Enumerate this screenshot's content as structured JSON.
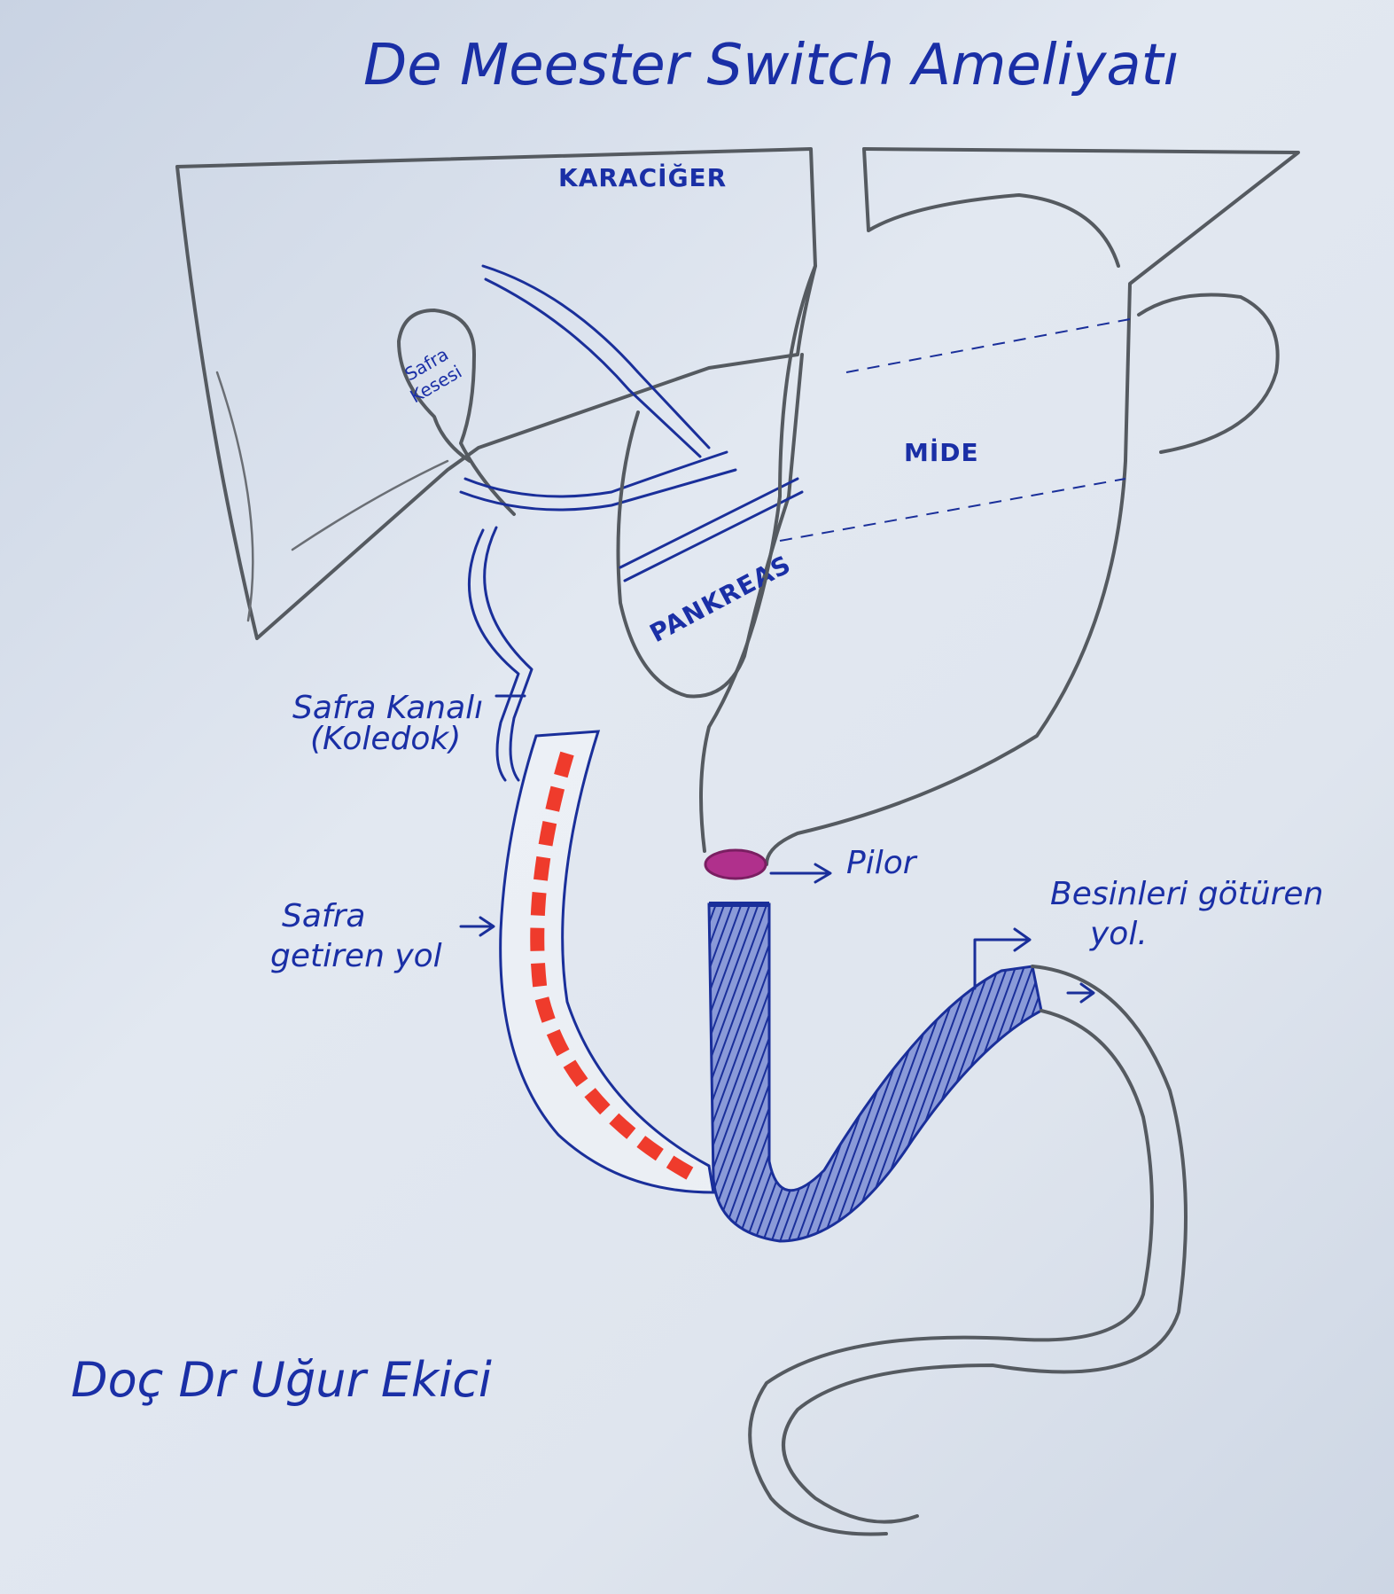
{
  "title": "De Meester Switch Ameliyatı",
  "labels": {
    "liver": "KARACİĞER",
    "gallbladder_line1": "Safra",
    "gallbladder_line2": "Kesesi",
    "stomach": "MİDE",
    "pancreas": "PANKREAS",
    "bile_duct_line1": "Safra Kanalı",
    "bile_duct_line2": "(Koledok)",
    "pylorus": "Pilor",
    "bile_limb_line1": "Safra",
    "bile_limb_line2": "getiren yol",
    "food_limb_line1": "Besinleri götüren",
    "food_limb_line2": "yol."
  },
  "signature": "Doç Dr Uğur Ekici",
  "colors": {
    "ink": "#1a2fa6",
    "pencil": "#555a60",
    "bile_limb": "#ef3b2c",
    "pylorus": "#b0308c"
  }
}
